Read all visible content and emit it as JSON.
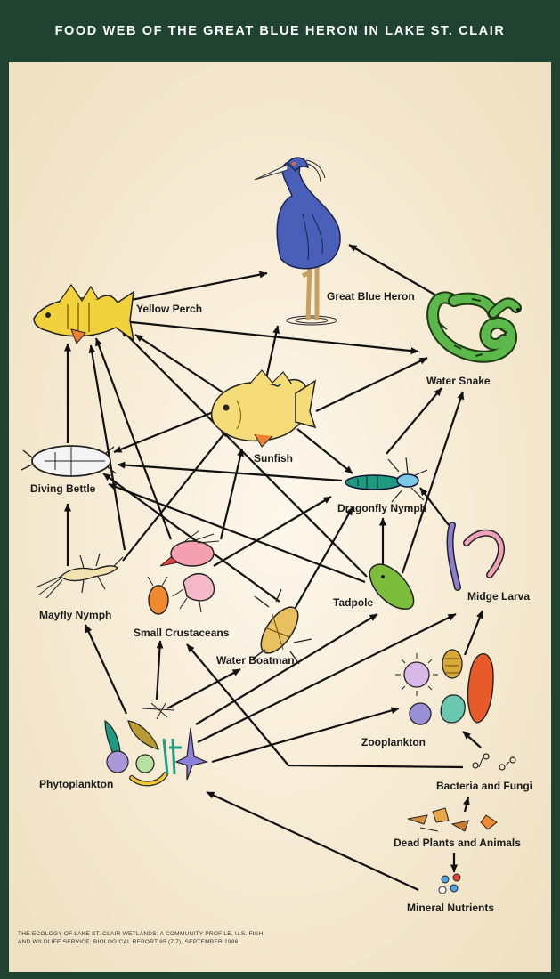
{
  "title": "FOOD WEB OF THE GREAT BLUE HERON IN LAKE ST. CLAIR",
  "nodes": {
    "heron": "Great Blue Heron",
    "perch": "Yellow Perch",
    "snake": "Water Snake",
    "sunfish": "Sunfish",
    "beetle": "Diving Bettle",
    "dragonfly": "Dragonfly Nymph",
    "mayfly": "Mayfly Nymph",
    "crustaceans": "Small Crustaceans",
    "tadpole": "Tadpole",
    "midge": "Midge Larva",
    "boatman": "Water Boatman",
    "zooplankton": "Zooplankton",
    "phytoplankton": "Phytoplankton",
    "bacteria": "Bacteria and Fungi",
    "dead": "Dead Plants and Animals",
    "minerals": "Mineral Nutrients"
  },
  "credit_line1": "THE ECOLOGY OF LAKE ST. CLAIR WETLANDS: A COMMUNITY PROFILE, U.S. FISH",
  "credit_line2": "AND WILDLIFE SERVICE, BIOLOGICAL REPORT 85 (7.7), SEPTEMBER 1986",
  "colors": {
    "header_bg": "#1f4330",
    "panel_bg": "#f7ecd6",
    "arrow": "#111111",
    "heron": "#4a5fb8",
    "perch": "#f2d23c",
    "sunfish": "#f5dc78",
    "snake": "#5cb84a",
    "dragonfly": "#1e9a82",
    "crustacean": "#e84040",
    "tadpole": "#7cbd3c",
    "midge": "#8a7fd0"
  },
  "edges": [
    [
      "perch",
      "heron"
    ],
    [
      "snake",
      "heron"
    ],
    [
      "sunfish",
      "heron"
    ],
    [
      "perch",
      "snake"
    ],
    [
      "sunfish",
      "perch"
    ],
    [
      "sunfish",
      "snake"
    ],
    [
      "sunfish",
      "beetle"
    ],
    [
      "beetle",
      "perch"
    ],
    [
      "mayfly",
      "perch"
    ],
    [
      "crustaceans",
      "perch"
    ],
    [
      "tadpole",
      "perch"
    ],
    [
      "mayfly",
      "beetle"
    ],
    [
      "mayfly",
      "sunfish"
    ],
    [
      "crustaceans",
      "sunfish"
    ],
    [
      "dragonfly",
      "beetle"
    ],
    [
      "tadpole",
      "beetle"
    ],
    [
      "boatman",
      "beetle"
    ],
    [
      "crustaceans",
      "dragonfly"
    ],
    [
      "boatman",
      "dragonfly"
    ],
    [
      "tadpole",
      "dragonfly"
    ],
    [
      "midge",
      "dragonfly"
    ],
    [
      "sunfish",
      "dragonfly"
    ],
    [
      "dragonfly",
      "snake"
    ],
    [
      "tadpole",
      "snake"
    ],
    [
      "phytoplankton",
      "mayfly"
    ],
    [
      "phytoplankton",
      "crustaceans"
    ],
    [
      "phytoplankton",
      "boatman"
    ],
    [
      "phytoplankton",
      "tadpole"
    ],
    [
      "phytoplankton",
      "midge"
    ],
    [
      "phytoplankton",
      "zooplankton"
    ],
    [
      "zooplankton",
      "midge"
    ],
    [
      "bacteria",
      "zooplankton"
    ],
    [
      "bacteria",
      "crustaceans"
    ],
    [
      "dead",
      "bacteria"
    ],
    [
      "dead",
      "minerals"
    ],
    [
      "minerals",
      "phytoplankton"
    ]
  ]
}
